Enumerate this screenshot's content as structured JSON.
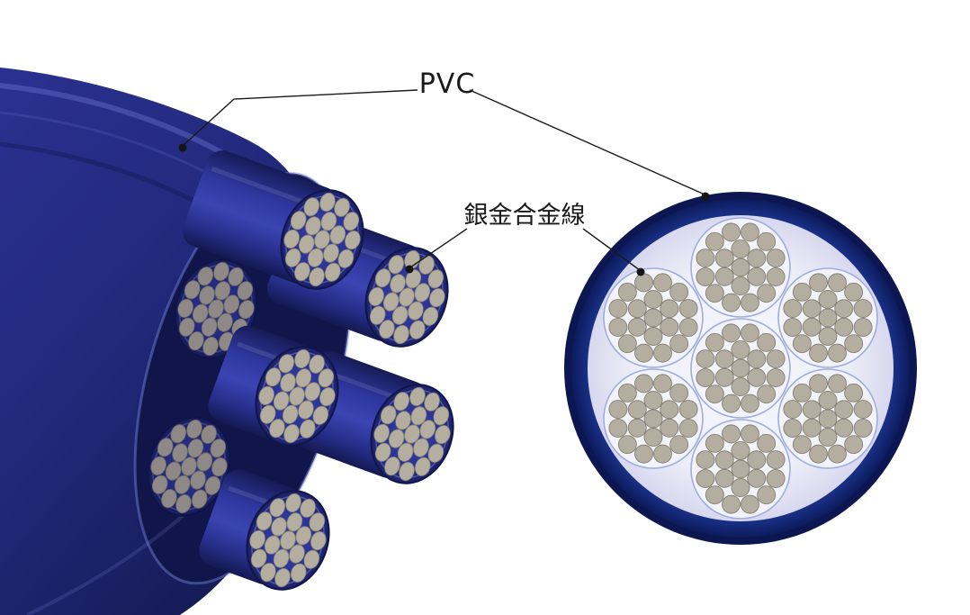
{
  "figure": {
    "labels": {
      "pvc": "PVC",
      "alloy_wire": "銀金合金線"
    },
    "colors": {
      "background": "#ffffff",
      "jacket_base": "#232a7e",
      "jacket_dark": "#141a52",
      "jacket_highlight": "#3b45b2",
      "cut_face_interior": "#11164a",
      "ring_outer": "#0c1650",
      "ring_blue": "#2443ac",
      "inner_fill": "#eeeef8",
      "bundle_outline": "#9fade0",
      "bundle_fill": "#f2f3fb",
      "strand_fill": "#b4aea1",
      "strand_outline": "#857f72",
      "leader": "#1a1a1a"
    },
    "structure": {
      "bundles": 7,
      "strands_per_bundle": 19,
      "strand_rings": [
        1,
        6,
        12
      ],
      "bundle_layout": "1 center + 6 around"
    }
  }
}
